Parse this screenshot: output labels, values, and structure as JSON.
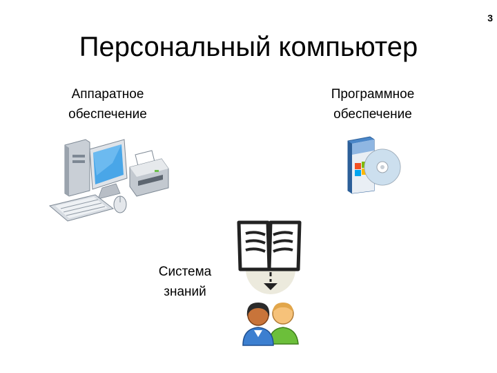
{
  "slide": {
    "page_number": "3",
    "title": "Персональный компьютер",
    "hardware": {
      "line1": "Аппаратное",
      "line2": "обеспечение",
      "icon": "computer-with-printer-icon"
    },
    "software": {
      "line1": "Программное",
      "line2": "обеспечение",
      "icon": "software-box-disc-icon"
    },
    "knowledge": {
      "line1": "Система",
      "line2": "знаний",
      "icon": "open-book-icon"
    },
    "people_icon": "users-icon",
    "colors": {
      "text": "#000000",
      "background": "#ffffff"
    }
  }
}
